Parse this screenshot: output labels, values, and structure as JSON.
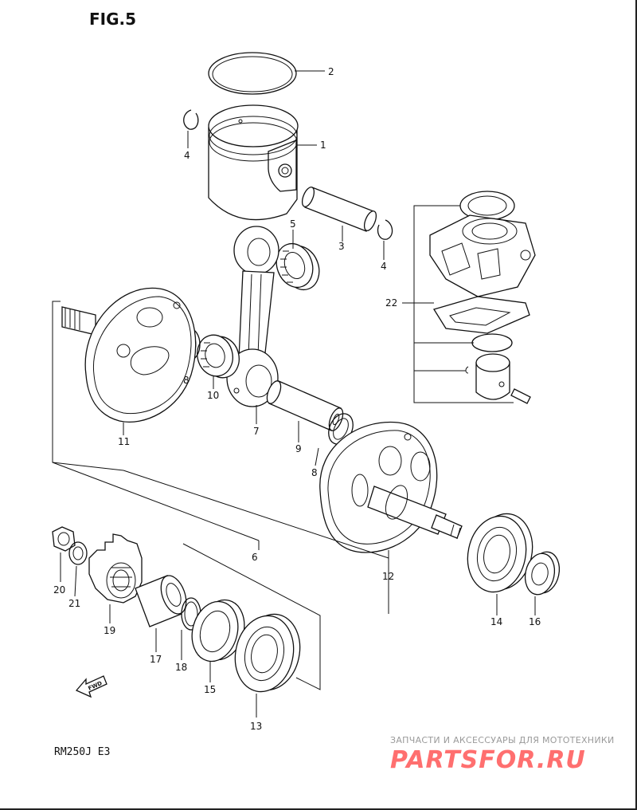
{
  "figure_title": "FIG.5",
  "model_code": "RM250J  E3",
  "watermark": {
    "tagline": "ЗАПЧАСТИ И АКСЕССУАРЫ ДЛЯ МОТОТЕХНИКИ",
    "logo": "PARTSFOR.RU"
  },
  "fwd_label": "FWD",
  "parts": {
    "p1": "1",
    "p2": "2",
    "p3": "3",
    "p4a": "4",
    "p4b": "4",
    "p5": "5",
    "p6": "6",
    "p7": "7",
    "p8a": "8",
    "p8b": "8",
    "p9": "9",
    "p10": "10",
    "p11": "11",
    "p12": "12",
    "p13": "13",
    "p14": "14",
    "p15": "15",
    "p16": "16",
    "p17": "17",
    "p18": "18",
    "p19": "19",
    "p20": "20",
    "p21": "21",
    "p22": "22"
  }
}
